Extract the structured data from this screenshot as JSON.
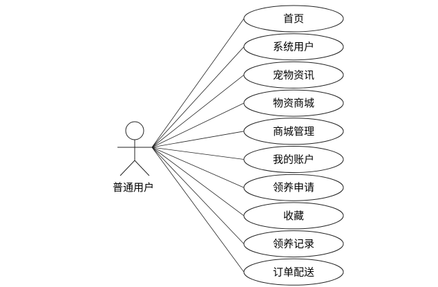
{
  "actor": {
    "label": "普通用户",
    "icon": "stick-figure-actor"
  },
  "use_cases": [
    {
      "label": "首页"
    },
    {
      "label": "系统用户"
    },
    {
      "label": "宠物资讯"
    },
    {
      "label": "物资商城"
    },
    {
      "label": "商城管理"
    },
    {
      "label": "我的账户"
    },
    {
      "label": "领养申请"
    },
    {
      "label": "收藏"
    },
    {
      "label": "领养记录"
    },
    {
      "label": "订单配送"
    }
  ]
}
